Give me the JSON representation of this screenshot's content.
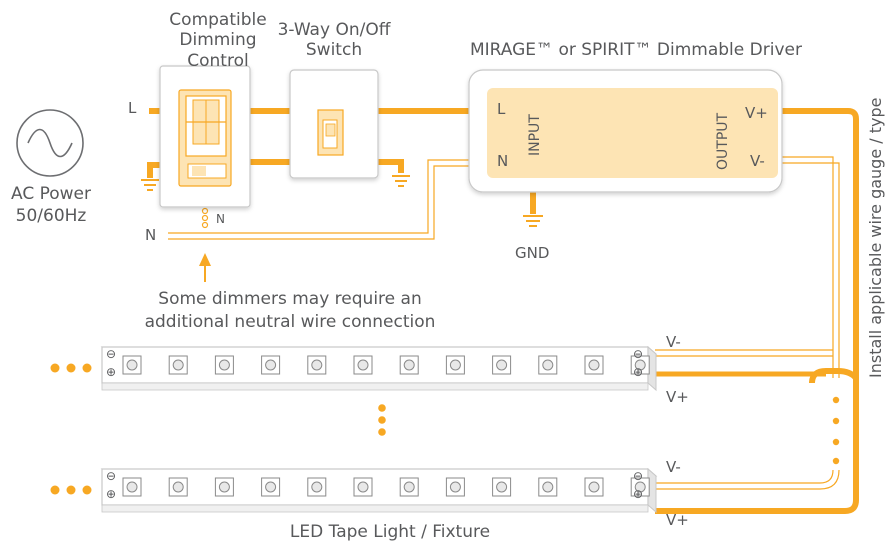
{
  "colors": {
    "wire": "#f7a823",
    "wire_light": "#fdd07a",
    "fill_light": "#fde4b4",
    "outline": "#d9d9d9",
    "text": "#58595b"
  },
  "labels": {
    "dimmer": "Compatible\nDimming Control",
    "switch": "3-Way On/Off\nSwitch",
    "driver": "MIRAGE™ or SPIRIT™ Dimmable Driver",
    "ac_power": "AC Power\n50/60Hz",
    "line": "L",
    "neutral": "N",
    "dimmer_neutral": "N",
    "gnd": "GND",
    "note": "Some dimmers may require an\nadditional neutral wire connection",
    "wire_gauge": "Install applicable wire gauge / type",
    "led_tape": "LED Tape Light / Fixture"
  },
  "driver": {
    "input_l": "L",
    "input_n": "N",
    "input": "INPUT",
    "output": "OUTPUT",
    "v_plus": "V+",
    "v_minus": "V-"
  },
  "strips": {
    "top": {
      "v_minus": "V-",
      "v_plus": "V+"
    },
    "bottom": {
      "v_minus": "V-",
      "v_plus": "V+"
    },
    "minus_symbol": "⊖",
    "plus_symbol": "⊕"
  }
}
